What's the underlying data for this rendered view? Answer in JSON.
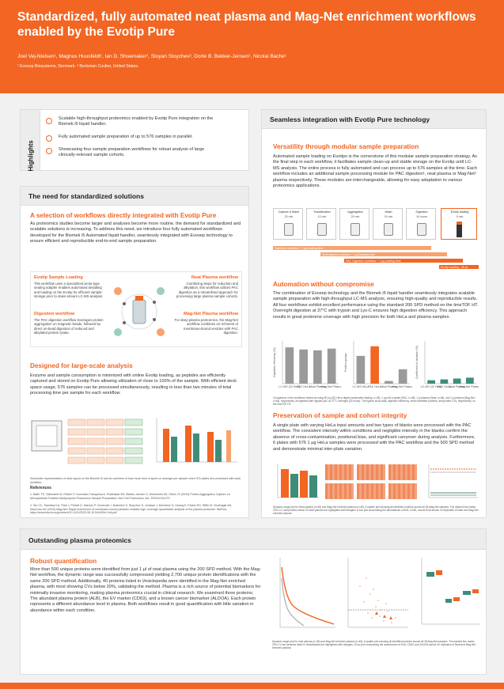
{
  "header": {
    "title": "Standardized, fully automated neat plasma and Mag-Net enrichment workflows enabled by the Evotip Pure",
    "authors": "Joel Vej-Nielsen¹, Magnus Huusfeldt¹, Ian D. Shoemaker², Stoyan Stoychev², Dorte B. Bekker-Jensen¹, Nicolai Bache¹",
    "affiliations": "¹ Evosep Biosystems, Denmark. ² Beckman Coulter, United States."
  },
  "highlights": {
    "label": "Highlights",
    "items": [
      "Scalable high-throughput proteomics enabled by Evotip Pure integration on the Biomek i5 liquid handler.",
      "Fully automated sample preparation of up to 576 samples in parallel.",
      "Showcasing four sample preparation workflows for robust analysis of large clinically-relevant sample cohorts."
    ]
  },
  "need": {
    "header": "The need for standardized solutions",
    "s1_title": "A selection of workflows directly integrated with Evotip Pure",
    "s1_text": "As proteomics studies become larger and analyses become more routine, the demand for standardized and scalable solutions is increasing. To address this need, we introduce four fully automated workflows developed for the Biomek i5 Automated liquid handler, seamlessly integrated with Evosep technology to ensure efficient and reproducible end-to-end sample preparation.",
    "wf": [
      {
        "title": "Evotip Sample Loading",
        "text": "This workflow uses a specialized proto-type seating adapter enables automated desalting and loading on the Evotip for efficient sample storage prior to down-stream LC-MS analysis."
      },
      {
        "title": "Neat Plasma workflow",
        "text": "Combining steps for reduction and alkylation, this workflow utilizes PAC digestion as a streamlined approach for processing large plasma sample cohorts."
      },
      {
        "title": "Digestion workflow",
        "text": "The PAC digestion workflow leverages protein aggregation on magnetic beads, followed by direct on-bead digestion of reduced and alkylated protein lysate."
      },
      {
        "title": "Mag-Net Plasma workflow",
        "text": "For deep plasma proteomics, the Mag-Net workflow combines en-richment of membrane-bound vesicles with PAC digestion."
      }
    ],
    "s2_title": "Designed for large-scale analysis",
    "s2_text": "Enzyme and sample consumption is minimized with online Evotip loading, as peptides are efficiently captured and stored on Evotip Pure allowing utilization of close to 100% of the sample. With efficient deck space usage, 576 samples can be processed simultaneously, resulting in less than two minutes of total processing time per sample for each workflow.",
    "s2_caption": "Schematic representation of deck layout on the Biomek i5 and an overview of how much time is spent on average per sample when 576 plates are processed with each workflow.",
    "refs_title": "References",
    "refs": [
      "1. Batth TS, Tollenaere M, Rüther P, Gonzalez-Franquesa A, Prabhakar BS, Bekker-Jensen S, Deshmukh AS, Olsen JV (2019) Protein Aggregation Capture on Microparticles Enables Multipurpose Proteomics Sample Preparation. Mol Cell Proteomics, doi: TIR118.001270",
      "2. Wu CC, Tsantilas KA, Park J, Plubell D, Naicker P, Govender I, Buthelezi S, Stoychev S, Jordaan J, Merrihew G, Huang E, Parker ED, Riffle M, Hoofnagle AN, MacCoss MJ (2023) Mag-Net: Rapid enrichment of membrane-bound particles enables high coverage quantitative analysis of the plasma proteome. BioRxiv, https://www.biorxiv.org/content/10.1101/2023.06.10.544439v1.full.pdf"
    ]
  },
  "seamless": {
    "header": "Seamless integration with Evotip Pure technology",
    "s1_title": "Versatility through modular sample preparation",
    "s1_text": "Automated sample loading on Evotips is the cornerstone of this modular sample preparation strategy. As the final step in each workflow, it facilitates sample clean-up and stable storage on the Evotip until LC-MS analysis. The entire process is fully automated and can process up to 576 samples at the time. Each workflow includes an additional sample processing module for PAC digestion¹, neat plasma or Mag-Net² plasma respectively. These modules are interchangeable, allowing for easy adaptation to various proteomics applications.",
    "modules": [
      {
        "name": "Capture & Wash",
        "time": "20 min"
      },
      {
        "name": "Solubilization",
        "time": "10 min"
      },
      {
        "name": "Aggregation",
        "time": "20 min"
      },
      {
        "name": "Wash",
        "time": "15 min"
      },
      {
        "name": "Digestion",
        "time": "16 hours"
      },
      {
        "name": "Evotip loading",
        "time": "5 min"
      }
    ],
    "bars": [
      "Digestion workflow + 1 μg loading time",
      "Neat plasma workflow + 1 μg loading time",
      "PAC Digestion workflow + 1 μg loading time",
      "Evotip loading - 35 μL"
    ],
    "s2_title": "Automation without compromise",
    "s2_text": "The combination of Evosep technology and the Biomek i5 liquid handler seamlessly integrates scalable sample preparation with high-throughput LC-MS analysis, ensuring high-quality and reproducible results. All four workflows exhibit excellent performance using the standard 200 SPD method on the timsTOF HT. Overnight digestion at 37°C with trypsin and Lys-C ensures high digestion efficiency. This approach results in great proteome coverage with high precision for both HeLa and plasma samples.",
    "s2_caption": "Comparison of the workflows tested via using 80 ng (32) HeLa digest (automated loading, n=48), 1 μg HeLa lysate (PAC, n=48), 1 μl plasma (Neat, n=48), and 1 μl plasma (Mag-Net, n=48), respectively, all digested with trypsin/LysC at 37°C overnight (16 hours). The figures show data, digestion efficiency, mean identified proteins, and protein CVs, respectively, on the timsTOF HT.",
    "s3_title": "Preservation of sample and cohort integrity",
    "s3_text": "A single plate with varying HeLa input amounts and two types of blanks were processed with the PAC workflow. The consistent intensity within conditions and negligible intensity in the blanks confirm the absence of cross-contamination, positional bias, and significant carryover during analysis. Furthermore, 6 plates with 576 1 μg HeLa samples were processed with the PAC workflow and the 500 SPD method and demonstrate minimal inter-plate variation.",
    "s3_caption": "Dynamic range plot for Neat plasma (n=48) and Mag-Net enriched plasma (n=48). A scatter plot showing all identified proteins across all 48 Mag-Net samples. The dashed line marks 20% CV, and proteins below 20 Neat plasma are highlighted with triangles. A box plot showcasing the abundances of ALB, CD63, and ALDOA across 40 replicates of Neat and Mag-Net enriched plasma."
  },
  "outstanding": {
    "header": "Outstanding plasma proteomics",
    "s1_title": "Robust quantification",
    "s1_text": "More than 500 unique proteins were identified from just 1 μl of neat plasma using the 200 SPD method. With the Mag-Net workflow, the dynamic range was successfully compressed yielding 2,700 unique protein identifications with the same 200 SPD method. Additionally, 40 proteins listed in Vesiclepedia were identified in the Mag-Net enriched plasma, with most showing CVs below 20%, validating the method. Plasma is a rich source of potential biomarkers for minimally invasive monitoring, making plasma proteomics crucial in clinical research. We examined three proteins; The abundant plasma protein (ALB), the EV marker (CD63), and a known cancer biomarker (ALDOA). Each protein represents a different abundance level in plasma. Both workflows result in good quantification with little variation in abundance within each condition.",
    "caption": "Dynamic range plot for neat plasma (n=48) and Mag-Net enriched plasma (n=48). A scatter plot showing all identified proteins across all 48 Mag-Net samples. The dashed line marks 20% CV and proteins listed in Vesiclepedia are highlighted with triangles. A box plot showcasing the abundances of ALB, CD63, and ALDOA across 40 replicates of Neat and Mag-Net enriched plasma."
  },
  "chart_data": [
    {
      "type": "bar",
      "title": "",
      "ylabel": "Digestion efficiency (%)",
      "categories": [
        "LC-MS (32 Hela)",
        "PAC HeLa",
        "Neat Plasma",
        "Mag-Net Plasma"
      ],
      "series": [
        {
          "name": "",
          "values": [
            85,
            80,
            78,
            82
          ]
        }
      ],
      "ylim": [
        0,
        100
      ]
    },
    {
      "type": "bar",
      "title": "",
      "ylabel": "Protein groups",
      "categories": [
        "LC-MS HeLa",
        "PAC HeLa",
        "Neat Plasma",
        "Mag-Net Plasma"
      ],
      "values": [
        5200,
        7000,
        500,
        2700
      ],
      "ylim": [
        0,
        8000
      ]
    },
    {
      "type": "bar",
      "title": "",
      "ylabel": "Coefficient of variation (%)",
      "categories": [
        "LC-MS (32 Hela)",
        "PAC HeLa",
        "Neat Plasma",
        "Mag-Net Plasma"
      ],
      "values": [
        8,
        10,
        12,
        14
      ],
      "ylim": [
        0,
        100
      ]
    }
  ],
  "colors": {
    "accent": "#f26522",
    "teal": "#3f8c7a",
    "grey": "#9a9a9a",
    "panel": "#ececec"
  }
}
